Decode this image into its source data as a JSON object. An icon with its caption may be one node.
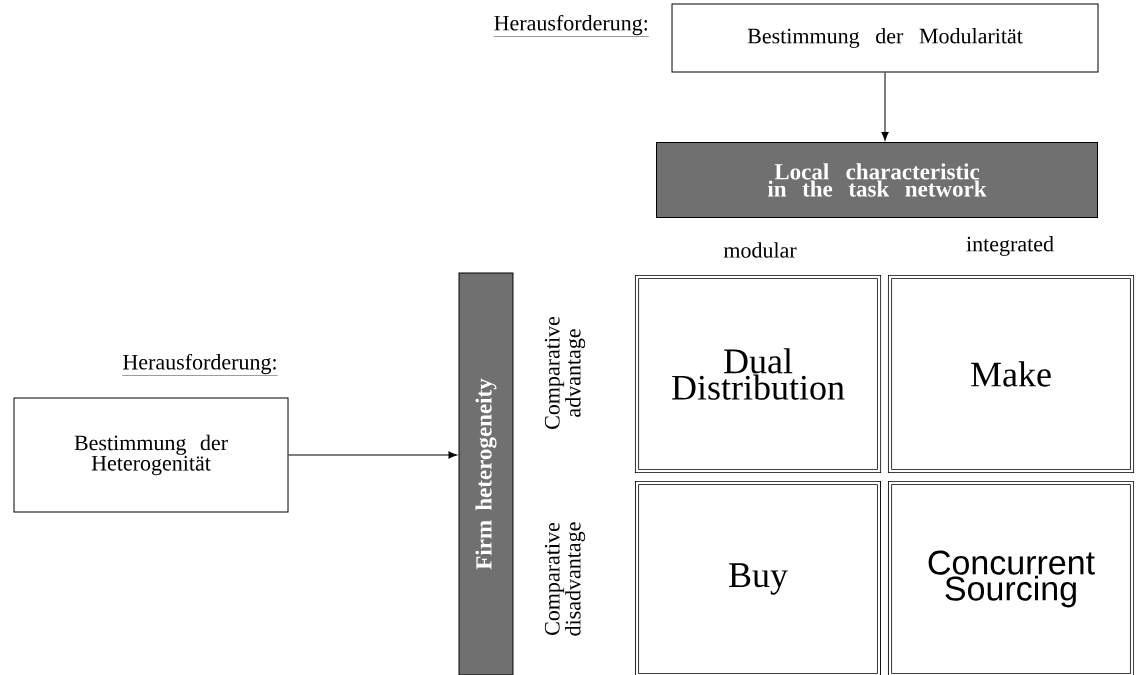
{
  "diagram": {
    "nodes": [
      {
        "text": [
          "Bestimmung der Modularität"
        ],
        "beside": [
          "Herausforderung:"
        ]
      },
      {
        "text": [
          "Local characteristic in the task network"
        ]
      },
      {
        "text": [
          "Firm heterogeneity"
        ]
      },
      {
        "text": [
          "Bestimmung der Heterogenität"
        ],
        "beside": [
          "Herausforderung:"
        ]
      },
      {
        "text": [
          "Dual Distribution"
        ]
      },
      {
        "text": [
          "Make"
        ]
      },
      {
        "text": [
          "Buy"
        ]
      },
      {
        "text": [
          "Concurrent Sourcing"
        ]
      }
    ],
    "edges": [
      {
        "from": 0,
        "to": 1,
        "arrow": "to"
      },
      {
        "from": 3,
        "to": 2,
        "arrow": "to"
      }
    ],
    "labels": [
      "modular",
      "integrated",
      "Comparative advantage",
      "Comparative disadvantage"
    ]
  }
}
